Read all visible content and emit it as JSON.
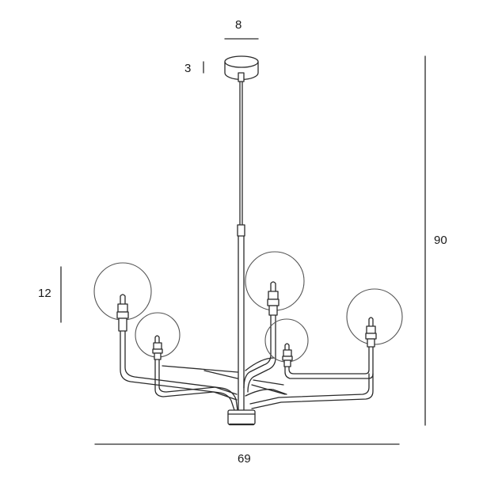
{
  "dimensions": {
    "canopy_width": "8",
    "canopy_height": "3",
    "globe_diameter": "12",
    "total_height": "90",
    "total_width": "69"
  },
  "colors": {
    "line": "#2a2a2a",
    "glass": "#555555",
    "background": "#ffffff"
  }
}
